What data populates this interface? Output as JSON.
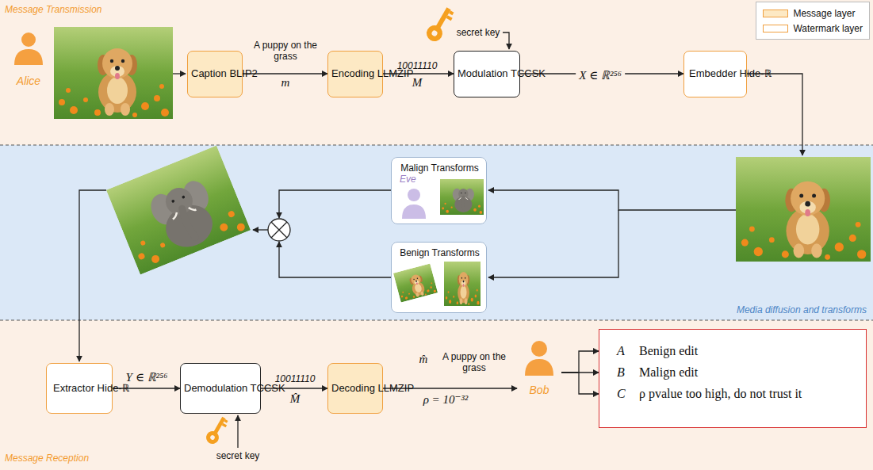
{
  "diagram": {
    "nodes": [
      {
        "text": [
          "Message Transmission"
        ]
      },
      {
        "text": [
          "Alice"
        ],
        "in": 0
      },
      {
        "text": [
          "Caption BLIP2"
        ],
        "in": 0
      },
      {
        "text": [
          "Encoding LLMZIP"
        ],
        "in": 0
      },
      {
        "text": [
          "Modulation TCCSK"
        ],
        "in": 0
      },
      {
        "text": [
          "Embedder Hide-ℝ"
        ],
        "in": 0
      },
      {
        "text": [
          "Media diffusion and transforms"
        ]
      },
      {
        "text": [
          "Malign Transforms",
          "Eve"
        ],
        "in": 6
      },
      {
        "text": [
          "Benign Transforms"
        ],
        "in": 6
      },
      {
        "text": [
          "Message Reception"
        ]
      },
      {
        "text": [
          "Extractor Hide-ℝ"
        ],
        "in": 9
      },
      {
        "text": [
          "Demodulation TCCSK"
        ],
        "in": 9
      },
      {
        "text": [
          "Decoding LLMZIP"
        ],
        "in": 9
      },
      {
        "text": [
          "Bob"
        ],
        "in": 9
      },
      {
        "text": [
          "A",
          "Benign edit",
          "B",
          "Malign edit",
          "C",
          "ρ pvalue too high, do not trust it"
        ],
        "in": 9
      }
    ],
    "edges": [
      {
        "from": 2,
        "to": 3,
        "arrow": "to",
        "label": "A puppy on the grass"
      },
      {
        "from": 3,
        "to": 4,
        "arrow": "to",
        "label": "10011110"
      },
      {
        "from": 4,
        "to": 5,
        "arrow": "to",
        "label": "X ∈ ℝ²⁵⁶"
      },
      {
        "from": 10,
        "to": 11,
        "arrow": "to",
        "label": "Y ∈ ℝ²⁵⁶"
      },
      {
        "from": 11,
        "to": 12,
        "arrow": "to",
        "label": "10011110"
      },
      {
        "from": 12,
        "to": 13,
        "arrow": "to",
        "label": "A puppy on the grass"
      },
      {
        "from": 13,
        "to": 14,
        "arrow": "to"
      },
      {
        "from": 13,
        "to": 14,
        "arrow": "to"
      },
      {
        "from": 13,
        "to": 14,
        "arrow": "to"
      }
    ],
    "labels": [
      "m",
      "M",
      "secret key",
      "secret key",
      "M̂",
      "m̂",
      "ρ = 10⁻³²"
    ],
    "legend": [
      {
        "text": "Message layer",
        "color": "#fde9c4"
      },
      {
        "text": "Watermark layer"
      }
    ]
  }
}
